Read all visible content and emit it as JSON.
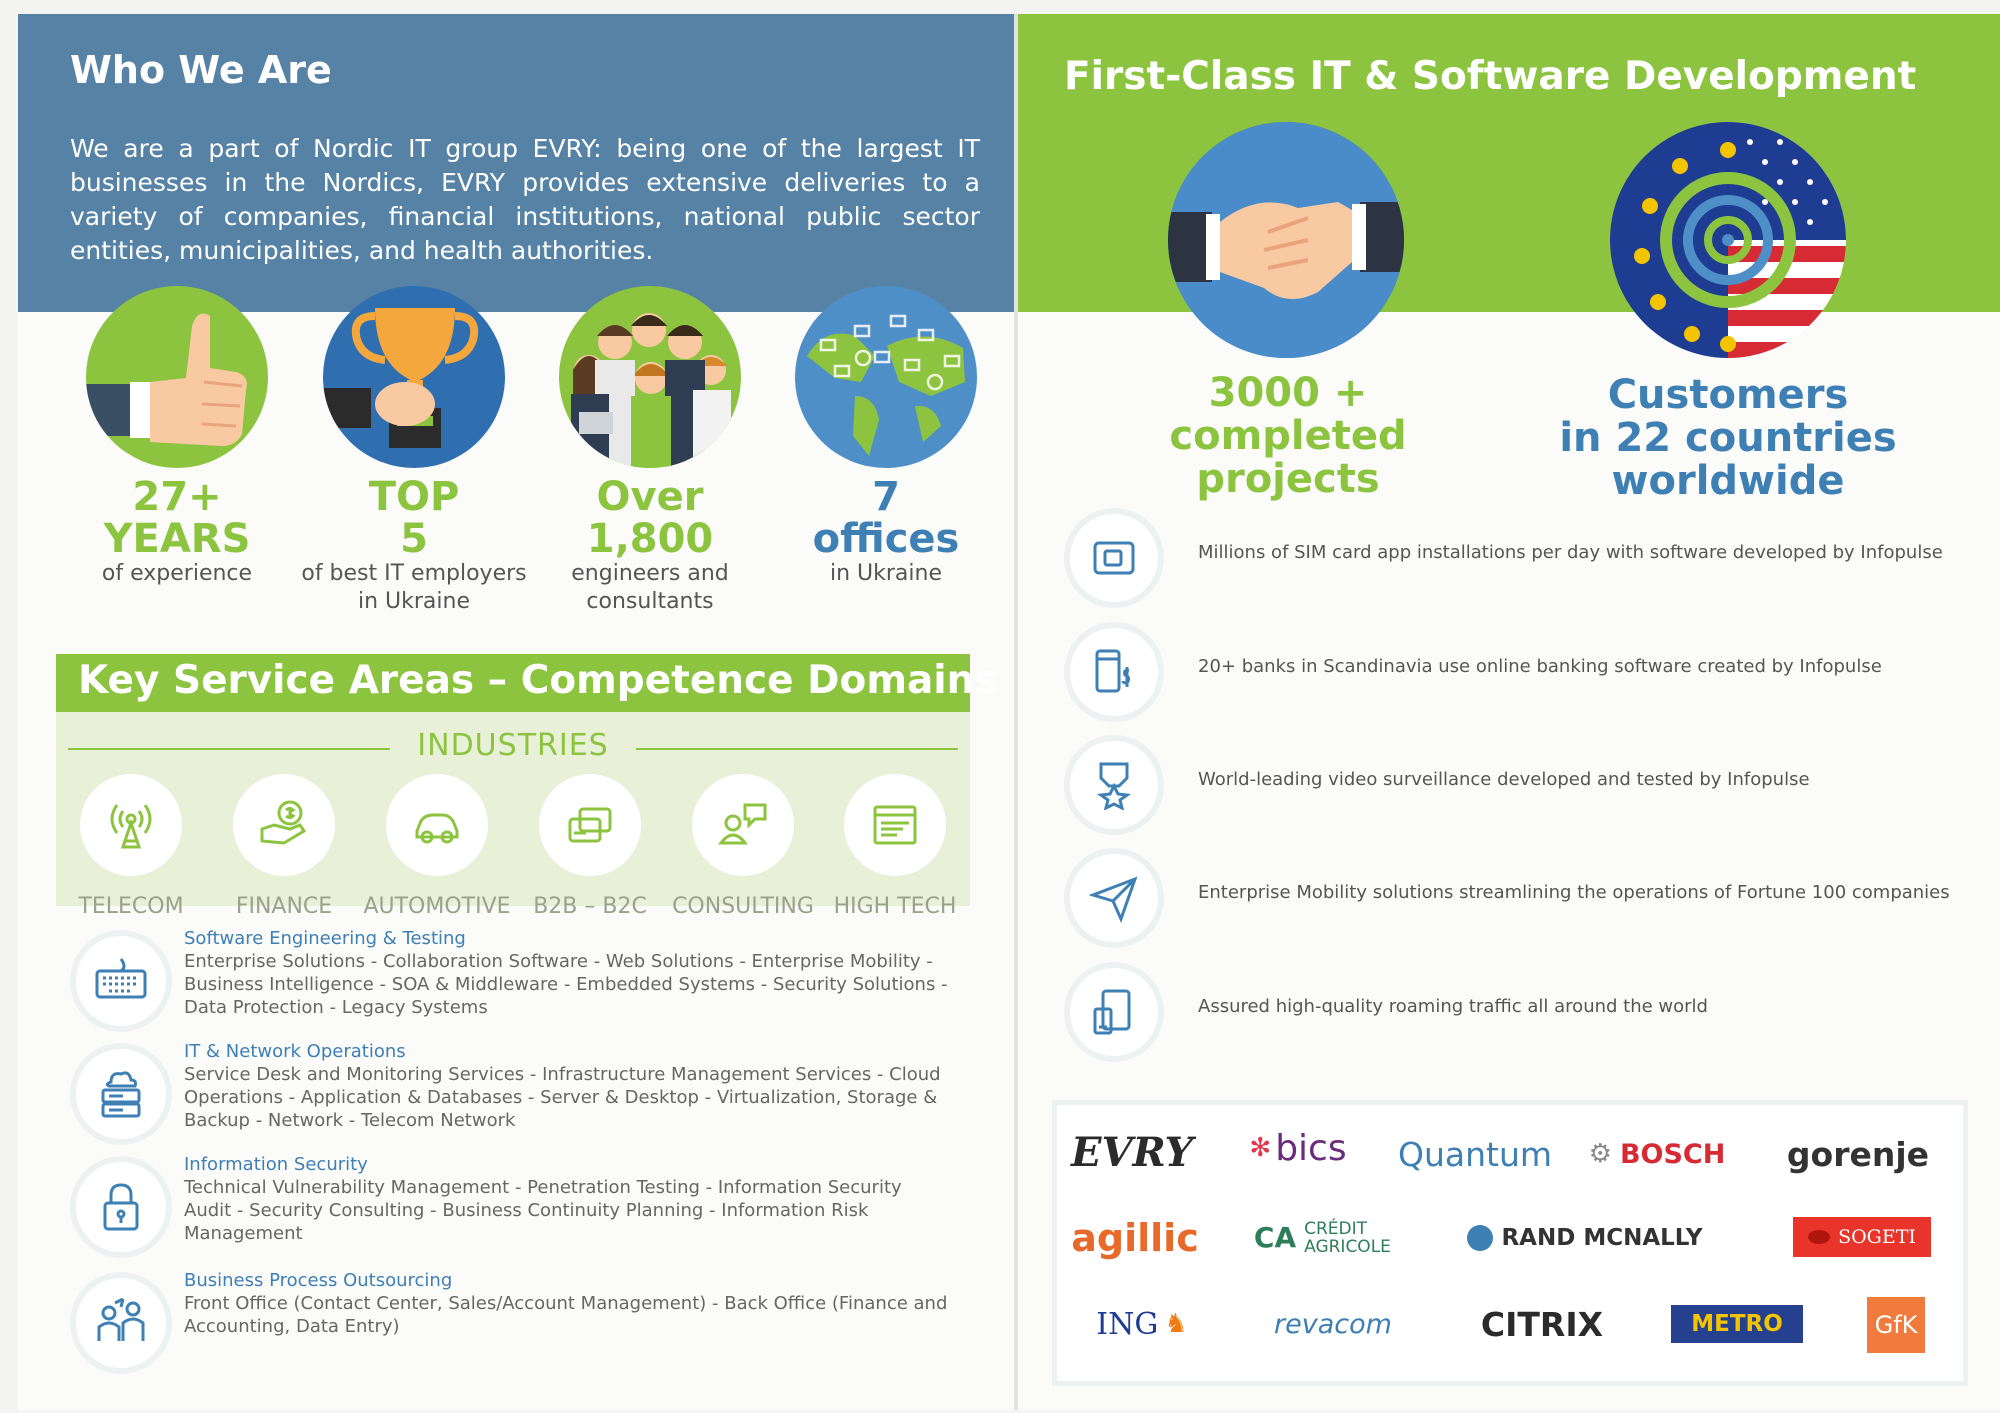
{
  "left": {
    "who_title": "Who We Are",
    "who_text": "We are a part of Nordic IT group EVRY: being one of the largest IT businesses in the Nordics, EVRY provides extensive deliveries to a variety of companies, financial institutions, national public sector entities, municipalities, and health authorities.",
    "stats": [
      {
        "big1": "27+",
        "big2": "YEARS",
        "small1": "of experience",
        "small2": ""
      },
      {
        "big1": "TOP",
        "big2": "5",
        "small1": "of best IT employers",
        "small2": "in Ukraine"
      },
      {
        "big1": "Over",
        "big2": "1,800",
        "small1": "engineers and",
        "small2": "consultants"
      },
      {
        "big1": "7",
        "big2": "offices",
        "small1": "in Ukraine",
        "small2": ""
      }
    ],
    "key_title": "Key Service Areas – Competence Domains",
    "industries_label": "INDUSTRIES",
    "industries": [
      {
        "label": "TELECOM",
        "icon": "antenna-icon"
      },
      {
        "label": "FINANCE",
        "icon": "money-hand-icon"
      },
      {
        "label": "AUTOMOTIVE",
        "icon": "car-icon"
      },
      {
        "label": "B2B – B2C",
        "icon": "cards-icon"
      },
      {
        "label": "CONSULTING",
        "icon": "consultant-icon"
      },
      {
        "label": "HIGH TECH",
        "icon": "browser-icon"
      }
    ],
    "services": [
      {
        "title": "Software Engineering & Testing",
        "icon": "keyboard-icon",
        "l1": "Enterprise Solutions - Collaboration Software - Web Solutions - Enterprise Mobility -",
        "l2": "Business Intelligence - SOA & Middleware - Embedded Systems - Security Solutions -",
        "l3": "Data Protection - Legacy Systems"
      },
      {
        "title": "IT & Network Operations",
        "icon": "server-cloud-icon",
        "l1": "Service Desk and Monitoring Services -  Infrastructure Management Services - Cloud",
        "l2": "Operations - Application & Databases - Server & Desktop - Virtualization, Storage &",
        "l3": "Backup - Network - Telecom Network"
      },
      {
        "title": "Information Security",
        "icon": "lock-icon",
        "l1": "Technical Vulnerability Management - Penetration Testing - Information Security",
        "l2": "Audit - Security Consulting - Business Continuity Planning - Information Risk",
        "l3": "Management"
      },
      {
        "title": "Business Process Outsourcing",
        "icon": "people-exchange-icon",
        "l1": "Front Office (Contact Center, Sales/Account Management) - Back Office (Finance and",
        "l2": "Accounting, Data Entry)",
        "l3": ""
      }
    ]
  },
  "right": {
    "title": "First-Class IT  & Software Development",
    "stat1": {
      "l1": "3000 +",
      "l2": "completed",
      "l3": "projects"
    },
    "stat2": {
      "l1": "Customers",
      "l2": "in 22 countries",
      "l3": "worldwide"
    },
    "features": [
      {
        "text": "Millions of SIM card app installations per day with software developed by Infopulse",
        "icon": "sim-card-icon"
      },
      {
        "text": "20+ banks in Scandinavia use online banking software created by Infopulse",
        "icon": "mobile-banking-icon"
      },
      {
        "text": "World-leading video surveillance developed and tested by Infopulse",
        "icon": "award-badge-icon"
      },
      {
        "text": "Enterprise Mobility solutions streamlining the operations of Fortune 100 companies",
        "icon": "paper-plane-icon"
      },
      {
        "text": "Assured high-quality roaming traffic all around the world",
        "icon": "devices-icon"
      }
    ],
    "logos": [
      "EVRY",
      "bics",
      "Quantum",
      "BOSCH",
      "gorenje",
      "agillic",
      "CRÉDIT AGRICOLE",
      "RAND MCNALLY",
      "SOGETI",
      "ING",
      "revacom",
      "CITRIX",
      "METRO",
      "GfK"
    ]
  },
  "colors": {
    "blue": "#5683a5",
    "green": "#8cc43f",
    "stat_green": "#8cc43f",
    "stat_blue": "#3e7fb4"
  }
}
